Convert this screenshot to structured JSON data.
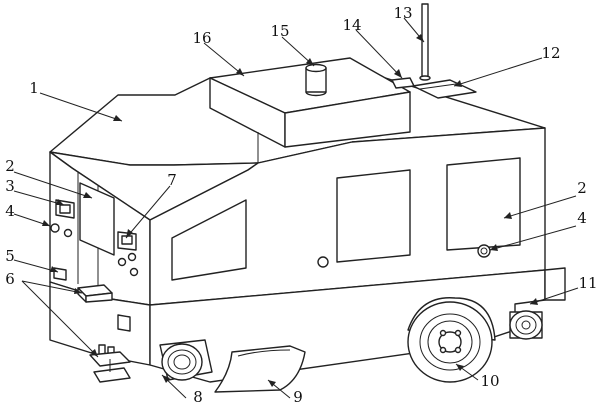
{
  "labels": {
    "l1": "1",
    "l2a": "2",
    "l2b": "2",
    "l3": "3",
    "l4a": "4",
    "l4b": "4",
    "l5": "5",
    "l6": "6",
    "l7": "7",
    "l8": "8",
    "l9": "9",
    "l10": "10",
    "l11": "11",
    "l12": "12",
    "l13": "13",
    "l14": "14",
    "l15": "15",
    "l16": "16"
  }
}
